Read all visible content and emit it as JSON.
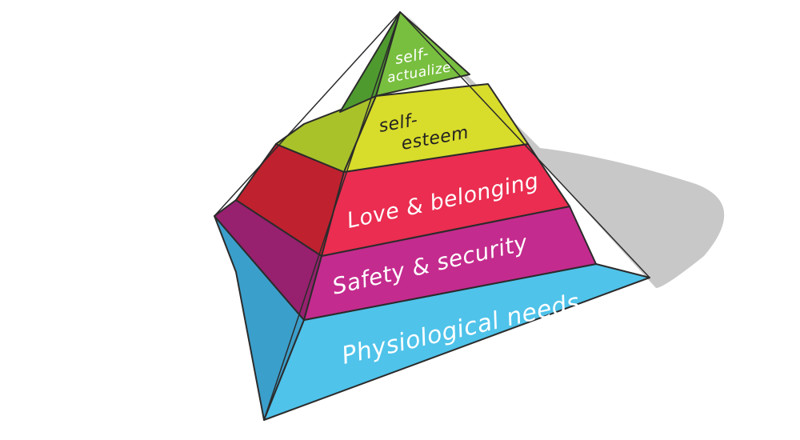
{
  "diagram": {
    "tiers": [
      {
        "key": "physiological",
        "label": "Physiological needs",
        "front_color": "#4fc3ea",
        "side_color": "#3b9fcb",
        "text_color": "#ffffff"
      },
      {
        "key": "safety",
        "label": "Safety & security",
        "front_color": "#c42b8e",
        "side_color": "#97206f",
        "text_color": "#ffffff"
      },
      {
        "key": "love",
        "label": "Love & belonging",
        "front_color": "#ea2d50",
        "side_color": "#c0212f",
        "text_color": "#ffffff"
      },
      {
        "key": "esteem",
        "label_line1": "self-",
        "label_line2": "esteem",
        "front_color": "#d8dc2a",
        "side_color": "#a9c22a",
        "text_color": "#222222"
      },
      {
        "key": "actualize",
        "label_line1": "self-",
        "label_line2": "actualize",
        "front_color": "#78bf3f",
        "side_color": "#4f9a2f",
        "text_color": "#ffffff"
      }
    ],
    "colors": {
      "shadow": "#c8c8c8",
      "outline": "#2b2b2b"
    }
  }
}
